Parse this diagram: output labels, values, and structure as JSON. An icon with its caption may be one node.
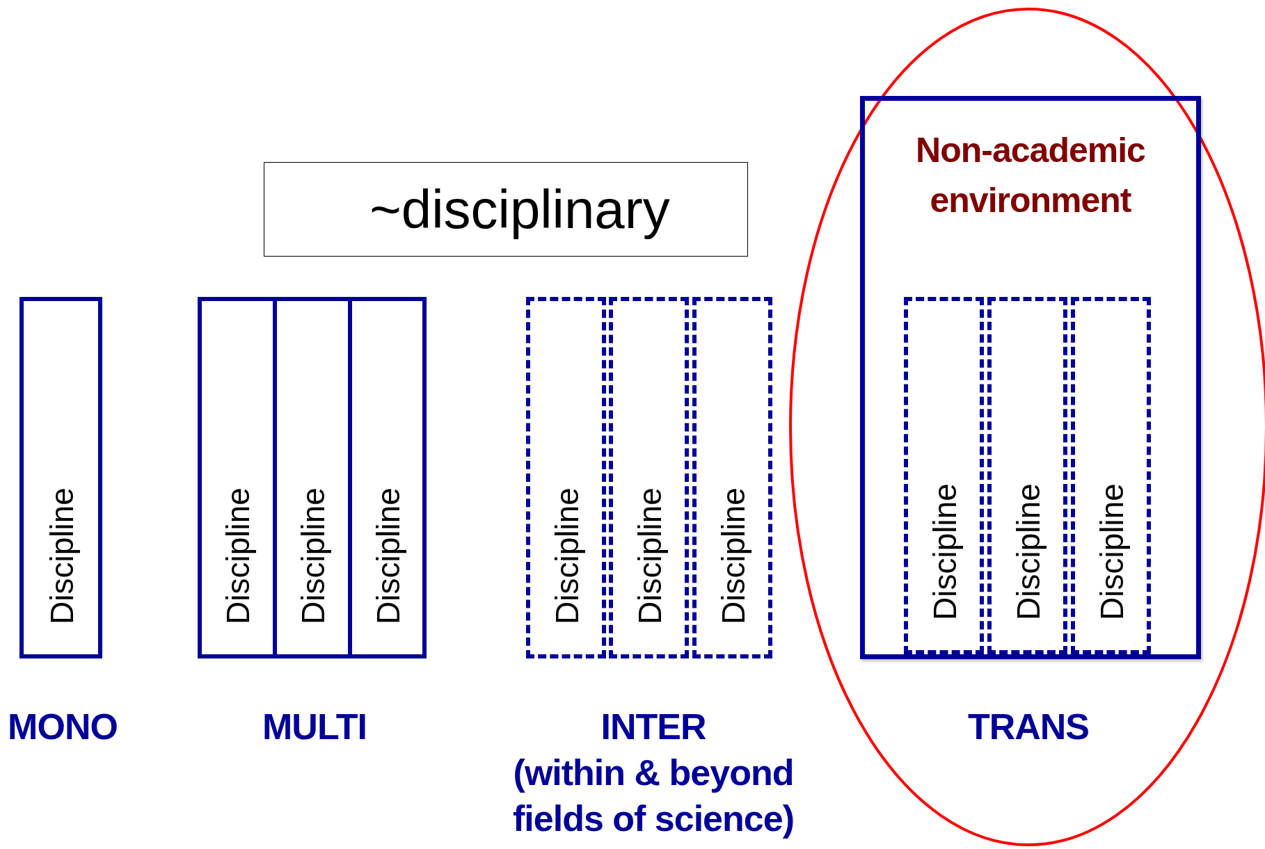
{
  "diagram": {
    "nodes": [
      {
        "text": [
          "~disciplinary"
        ]
      },
      {
        "text": [
          "Discipline"
        ]
      },
      {
        "text": [
          "Discipline"
        ]
      },
      {
        "text": [
          "Discipline"
        ]
      },
      {
        "text": [
          "Discipline"
        ]
      },
      {
        "text": [
          "Discipline"
        ]
      },
      {
        "text": [
          "Discipline"
        ]
      },
      {
        "text": [
          "Discipline"
        ]
      },
      {
        "text": [
          "Non-academic environment"
        ]
      },
      {
        "text": [
          "Discipline"
        ],
        "in": 8
      },
      {
        "text": [
          "Discipline"
        ],
        "in": 8
      },
      {
        "text": [
          "Discipline"
        ],
        "in": 8
      }
    ],
    "labels": [
      "MONO",
      "MULTI",
      "INTER",
      "(within & beyond fields of science)",
      "TRANS"
    ]
  }
}
